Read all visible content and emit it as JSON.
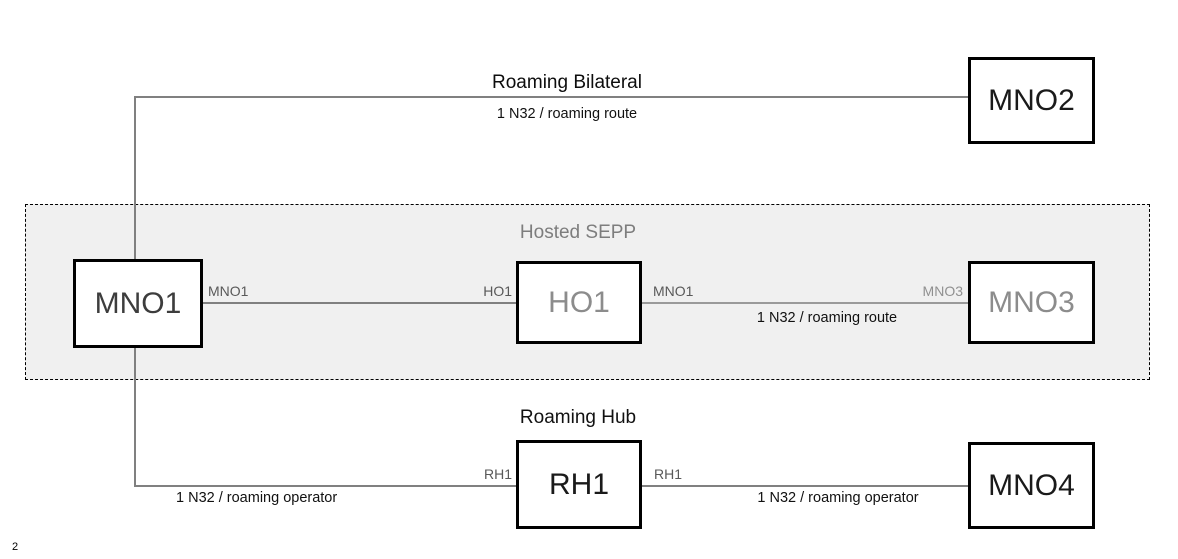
{
  "diagram": {
    "page_number": "2",
    "colors": {
      "group_fill": "#f0f0f0",
      "group_border": "#000000",
      "node_border": "#000000",
      "connector": "#808080",
      "node_text_dim": "#8c8c8c",
      "node_text": "#3d3d3d"
    },
    "groups": [
      {
        "id": "hosted-sepp",
        "caption": "Hosted SEPP"
      }
    ],
    "sections": [
      {
        "id": "roaming-bilateral",
        "title": "Roaming Bilateral"
      },
      {
        "id": "roaming-hub",
        "title": "Roaming Hub"
      }
    ],
    "nodes": [
      {
        "id": "mno1",
        "label": "MNO1"
      },
      {
        "id": "mno2",
        "label": "MNO2"
      },
      {
        "id": "ho1",
        "label": "HO1"
      },
      {
        "id": "mno3",
        "label": "MNO3"
      },
      {
        "id": "rh1",
        "label": "RH1"
      },
      {
        "id": "mno4",
        "label": "MNO4"
      }
    ],
    "connections": [
      {
        "id": "mno1-mno2",
        "title": "Roaming Bilateral",
        "description": "1 N32 / roaming route",
        "left_tag": "",
        "right_tag": ""
      },
      {
        "id": "mno1-ho1",
        "left_tag": "MNO1",
        "right_tag": "HO1",
        "description": ""
      },
      {
        "id": "ho1-mno3",
        "left_tag": "MNO1",
        "right_tag": "MNO3",
        "description": "1 N32 / roaming route"
      },
      {
        "id": "mno1-rh1",
        "right_tag": "RH1",
        "description": "1 N32 /  roaming operator"
      },
      {
        "id": "rh1-mno4",
        "left_tag": "RH1",
        "description": "1 N32 / roaming operator"
      }
    ]
  }
}
